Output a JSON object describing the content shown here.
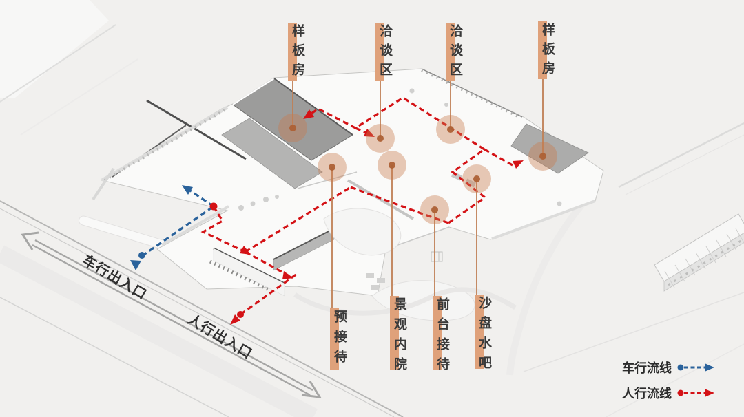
{
  "diagram": {
    "room_labels_top": [
      {
        "text": "样板房"
      },
      {
        "text": "洽谈区"
      },
      {
        "text": "洽谈区"
      },
      {
        "text": "样板房"
      }
    ],
    "room_labels_bottom": [
      {
        "text": "预接待"
      },
      {
        "text": "景观内院"
      },
      {
        "text": "前台接待"
      },
      {
        "text": "沙盘水吧"
      }
    ],
    "entrances": [
      {
        "text": "车行出入口"
      },
      {
        "text": "人行出入口"
      }
    ],
    "legend": [
      {
        "label": "车行流线",
        "color": "#2a629b"
      },
      {
        "label": "人行流线",
        "color": "#d41216"
      }
    ],
    "colors": {
      "highlight_bar": "#dfa17a",
      "leader_line": "#c08055",
      "anchor_circle": "#c77a4d",
      "vehicle_flow": "#2a629b",
      "pedestrian_flow": "#d41216",
      "road_arrow": "#a6a6a5",
      "label_text": "#3a3a3a"
    }
  }
}
